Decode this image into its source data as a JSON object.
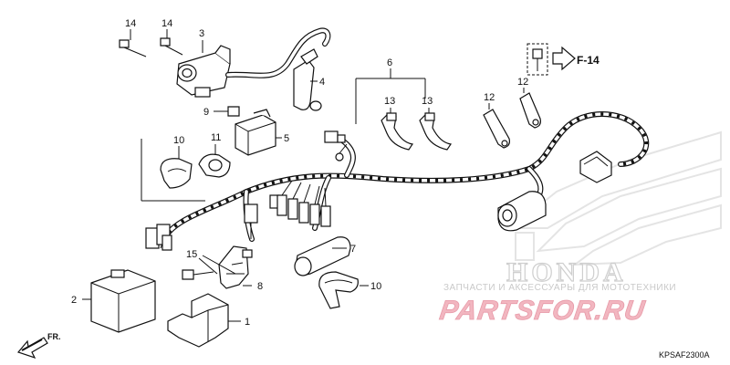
{
  "callouts": {
    "c1": "1",
    "c2": "2",
    "c3": "3",
    "c4": "4",
    "c5": "5",
    "c6": "6",
    "c7": "7",
    "c8": "8",
    "c9": "9",
    "c10a": "10",
    "c10b": "10",
    "c11": "11",
    "c12a": "12",
    "c12b": "12",
    "c13a": "13",
    "c13b": "13",
    "c14a": "14",
    "c14b": "14",
    "c15": "15"
  },
  "reference": {
    "label": "F-14"
  },
  "direction": {
    "label": "FR."
  },
  "diagram_code": "KPSAF2300A",
  "watermark": {
    "brand": "HONDA",
    "tagline": "ЗАПЧАСТИ И АКСЕССУАРЫ ДЛЯ МОТОТЕХНИКИ",
    "site_prefix": "PARTS",
    "site_suffix": "FOR.RU",
    "colors": {
      "brand_gray": "#cfcfcf",
      "site_pink": "#f2b6c0"
    }
  }
}
